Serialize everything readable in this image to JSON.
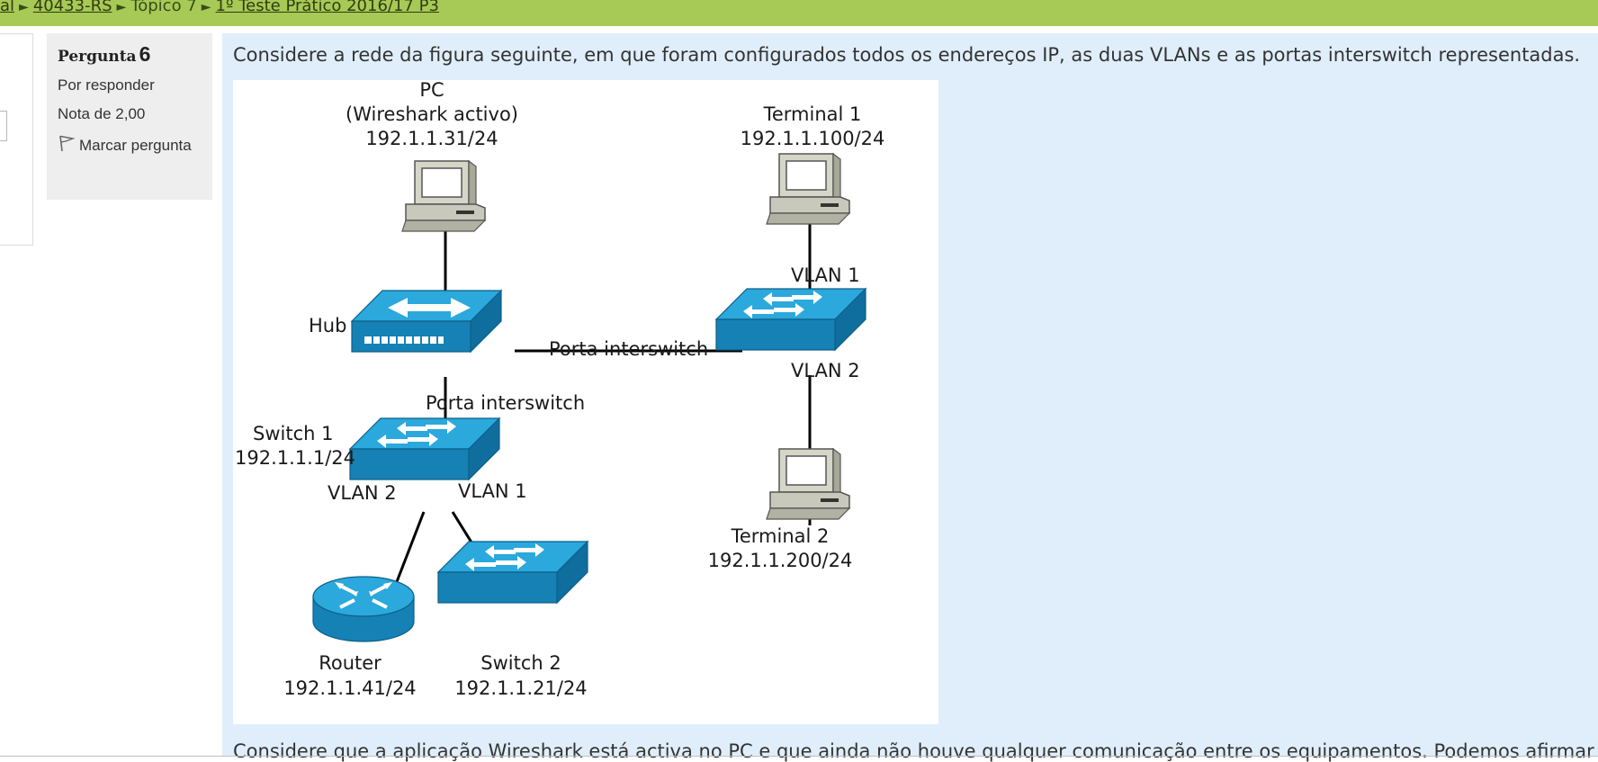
{
  "breadcrumb": {
    "items": [
      {
        "label": "al",
        "link": true
      },
      {
        "label": "40433-RS",
        "link": true
      },
      {
        "label": "Tópico 7",
        "link": false
      },
      {
        "label": "1º Teste Prático 2016/17 P3",
        "link": true
      }
    ],
    "separator": "►"
  },
  "question_info": {
    "label": "Pergunta",
    "number": "6",
    "state": "Por responder",
    "grade": "Nota de 2,00",
    "flag_label": "Marcar pergunta"
  },
  "question": {
    "intro": "Considere a rede da figura seguinte, em que foram configurados todos os endereços IP, as duas VLANs e as portas interswitch representadas.",
    "followup": "Considere que a aplicação Wireshark está activa no PC e que ainda não houve qualquer comunicação entre os equipamentos. Podemos afirmar que:"
  },
  "diagram": {
    "pc": {
      "name": "PC",
      "note": "(Wireshark activo)",
      "ip": "192.1.1.31/24"
    },
    "terminal1": {
      "name": "Terminal 1",
      "ip": "192.1.1.100/24"
    },
    "terminal2": {
      "name": "Terminal 2",
      "ip": "192.1.1.200/24"
    },
    "hub": {
      "name": "Hub"
    },
    "switch1": {
      "name": "Switch 1",
      "ip": "192.1.1.1/24"
    },
    "switch2": {
      "name": "Switch 2",
      "ip": "192.1.1.21/24"
    },
    "router": {
      "name": "Router",
      "ip": "192.1.1.41/24"
    },
    "labels": {
      "interswitch_h": "Porta interswitch",
      "interswitch_v": "Porta interswitch",
      "vlan1_top": "VLAN 1",
      "vlan2_right": "VLAN 2",
      "vlan2_left": "VLAN 2",
      "vlan1_bottom": "VLAN 1"
    },
    "colors": {
      "device_top": "#2ba8dc",
      "device_side": "#1681b5",
      "device_front": "#0f6e9e",
      "computer_body": "#c8c8bb",
      "line": "#000000"
    }
  }
}
